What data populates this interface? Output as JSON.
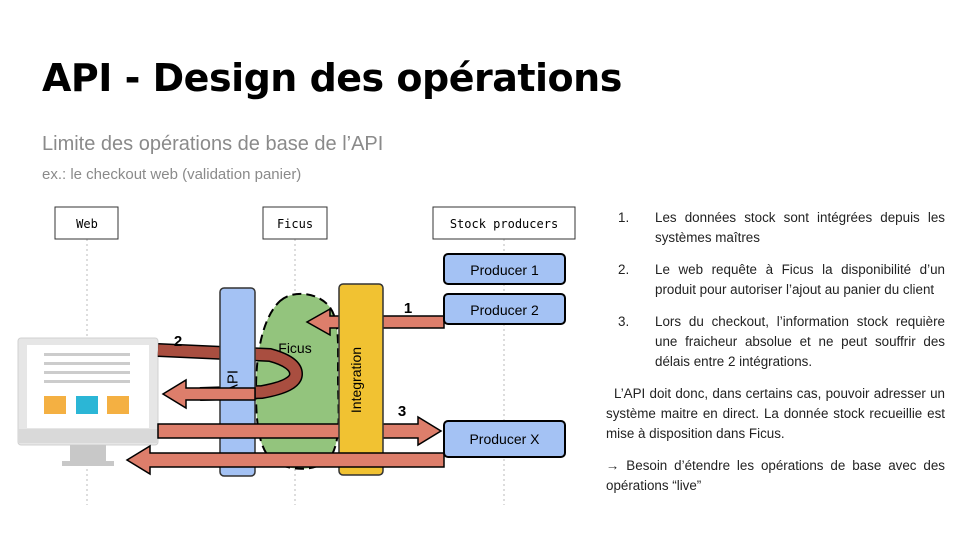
{
  "title": "API - Design des opérations",
  "subtitle": "Limite des opérations de base de l’API",
  "subnote": "ex.: le checkout web (validation panier)",
  "diagram": {
    "lanes": [
      "Web",
      "Ficus",
      "Stock producers"
    ],
    "producers": [
      "Producer 1",
      "Producer 2",
      "Producer X"
    ],
    "api_label": "API",
    "ficus_label": "Ficus",
    "integration_label": "Integration",
    "steps": [
      "1",
      "2",
      "3"
    ],
    "colors": {
      "producer_fill": "#a4c2f4",
      "api_fill": "#a4c2f4",
      "ficus_fill": "#93c47d",
      "integration_fill": "#f1c232",
      "arrow_fill": "#dd7e6b",
      "arrow_dark": "#a94e40"
    }
  },
  "notes": {
    "items": [
      {
        "num": "1.",
        "text": "Les données stock sont intégrées depuis les systèmes maîtres"
      },
      {
        "num": "2.",
        "text": "Le web requête à Ficus la disponibilité d’un produit pour autoriser l’ajout au panier du client"
      },
      {
        "num": "3.",
        "text": "Lors du checkout, l’information stock requière une fraicheur absolue et ne peut souffrir des délais entre 2 intégrations."
      }
    ],
    "paragraph": "L’API doit donc, dans certains cas, pouvoir adresser un système maitre en direct. La donnée stock recueillie est mise à disposition dans Ficus.",
    "conclusion": "→ Besoin d’étendre les opérations de base avec des opérations “live”"
  }
}
